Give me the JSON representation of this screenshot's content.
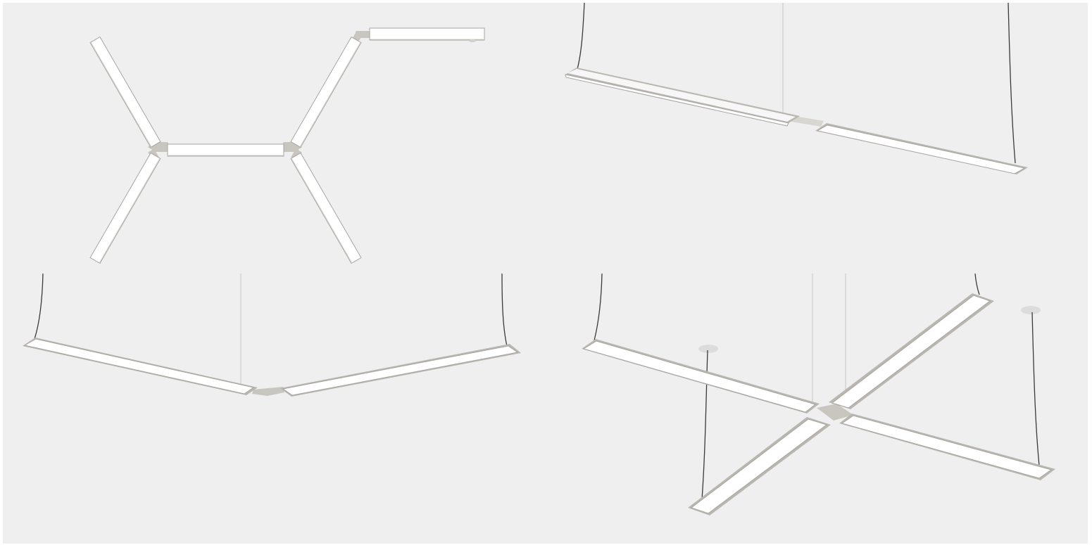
{
  "scene": {
    "subject": "linear-pendant-lighting-configurations",
    "panels": [
      {
        "id": "hexagon-top-view",
        "arrangement": "hexagonal-branching-top-view"
      },
      {
        "id": "straight-pendant-pair",
        "arrangement": "two-segment-straight-suspended"
      },
      {
        "id": "v-shaped-pendant",
        "arrangement": "two-segment-angled-suspended"
      },
      {
        "id": "cross-pendant",
        "arrangement": "four-arm-cross-suspended"
      }
    ]
  },
  "colors": {
    "background": "#efefef",
    "frame": "#ffffff",
    "fixture_face": "#ffffff",
    "fixture_edge": "#b9b6b0",
    "fixture_outline": "#a8a6a1",
    "connector": "#c9c6c0",
    "cable": "#3a3a3a",
    "cable_light": "#bdbdbd",
    "canopy": "#dcdcdc"
  }
}
